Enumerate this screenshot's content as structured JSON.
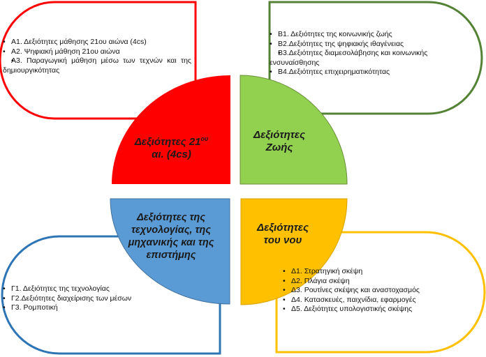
{
  "quadrants": {
    "a": {
      "title_line1": "Δεξιότητες 21",
      "title_sup": "ου",
      "title_line2": "αι. (4cs)",
      "color": "#ff0000",
      "items": [
        "Α1. Δεξιότητες μάθησης 21ου αιώνα (4cs)",
        "Α2. Ψηφιακή μάθηση 21ου αιώνα",
        "Α3. Παραγωγική μάθηση μέσω των τεχνών και της δημιουργικότητας"
      ]
    },
    "b": {
      "title_line1": "Δεξιότητες",
      "title_line2": "Ζωής",
      "color": "#92d050",
      "items": [
        "Β1. Δεξιότητες της κοινωνικής ζωής",
        "Β2.Δεξιότητες της ψηφιακής ιθαγένειας",
        "Β3.Δεξιότητες διαμεσολάβησης και κοινωνικής ενσυναίσθησης",
        "Β4.Δεξιότητες επιχειρηματικότητας"
      ]
    },
    "g": {
      "title_line1": "Δεξιότητες της",
      "title_line2": "τεχνολογίας, της",
      "title_line3": "μηχανικής και της",
      "title_line4": "επιστήμης",
      "color": "#5b9bd5",
      "items": [
        "Γ1. Δεξιότητες της τεχνολογίας",
        "Γ2.Δεξιότητες διαχείρισης των μέσων",
        "Γ3. Ρομποτική"
      ]
    },
    "d": {
      "title_line1": "Δεξιότητες",
      "title_line2": "του νου",
      "color": "#ffc000",
      "items": [
        "Δ1. Στρατηγική σκέψη",
        "Δ2. Πλάγια σκέψη",
        "Δ3. Ρουτίνες σκέψης και αναστοχασμός",
        "Δ4. Κατασκευές, παιχνίδια, εφαρμογές",
        "Δ5. Δεξιότητες υπολογιστικής σκέψης"
      ]
    }
  },
  "outline_colors": {
    "a": "#ff0000",
    "b": "#548235",
    "g": "#2e75b6",
    "d": "#ffc000"
  }
}
